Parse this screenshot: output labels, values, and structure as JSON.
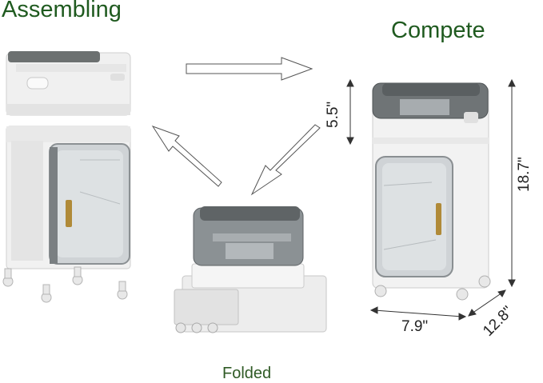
{
  "labels": {
    "assembling": "Assembling",
    "complete": "Compete",
    "folded": "Folded"
  },
  "dimensions": {
    "top_height": "5.5\"",
    "height": "18.7\"",
    "width": "7.9\"",
    "depth": "12.8\""
  },
  "colors": {
    "label_green": "#1f5a1f",
    "body_white": "#f2f2f2",
    "lid_gray": "#6d7272",
    "window_tint": "#c9cdd0"
  }
}
